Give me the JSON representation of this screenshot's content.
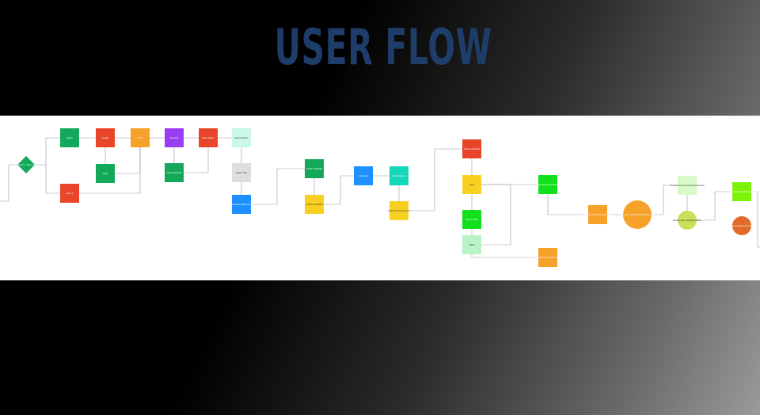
{
  "title": "USER FLOW",
  "colors": {
    "title": "#1f3d6b",
    "green": "#14a85a",
    "red": "#e8452a",
    "orange": "#f5a12a",
    "purple": "#9b3df2",
    "mint": "#c9f7ea",
    "gray": "#dedede",
    "blue": "#1e90ff",
    "yellow": "#f7d021",
    "teal": "#14d6b8",
    "lime": "#13e01c",
    "palegreen": "#b9f3c6",
    "lightlime": "#d8fac8",
    "yellowgreen": "#c7e05a",
    "brightlime": "#7cf20b",
    "darkorange": "#e06a2a",
    "connector": "#9a9a9a"
  },
  "nodes": [
    {
      "id": "n1",
      "shape": "diamond",
      "color": "green",
      "label": "Sign in or Sign up?"
    },
    {
      "id": "n2",
      "shape": "rect",
      "color": "green",
      "label": "Sign in"
    },
    {
      "id": "n3",
      "shape": "rect",
      "color": "red",
      "label": "Sign up"
    },
    {
      "id": "n4",
      "shape": "rect",
      "color": "red",
      "label": "Google"
    },
    {
      "id": "n5",
      "shape": "rect",
      "color": "green",
      "label": "Apple"
    },
    {
      "id": "n6",
      "shape": "rect",
      "color": "orange",
      "label": "Home"
    },
    {
      "id": "n7",
      "shape": "rect",
      "color": "purple",
      "label": "Top picks"
    },
    {
      "id": "n8",
      "shape": "rect",
      "color": "green",
      "label": "Find restaurants"
    },
    {
      "id": "n9",
      "shape": "rect",
      "color": "red",
      "label": "Select Dishes"
    },
    {
      "id": "n10",
      "shape": "rect",
      "color": "mint",
      "label": "Select location"
    },
    {
      "id": "n11",
      "shape": "rect",
      "color": "gray",
      "label": "Search map"
    },
    {
      "id": "n12",
      "shape": "rect",
      "color": "blue",
      "label": "Select the delivery time"
    },
    {
      "id": "n13",
      "shape": "rect",
      "color": "green",
      "label": "Check availability"
    },
    {
      "id": "n14",
      "shape": "rect",
      "color": "yellow",
      "label": "Add item to basket"
    },
    {
      "id": "n15",
      "shape": "rect",
      "color": "blue",
      "label": "Checkout"
    },
    {
      "id": "n16",
      "shape": "rect",
      "color": "teal",
      "label": "Select Payment"
    },
    {
      "id": "n17",
      "shape": "rect",
      "color": "yellow",
      "label": "Proceed to the payment"
    },
    {
      "id": "n18",
      "shape": "rect",
      "color": "red",
      "label": "Payment Method"
    },
    {
      "id": "n19",
      "shape": "rect",
      "color": "yellow",
      "label": "Card"
    },
    {
      "id": "n20",
      "shape": "rect",
      "color": "lime",
      "label": "Pay on cash"
    },
    {
      "id": "n21",
      "shape": "rect",
      "color": "palegreen",
      "label": "Wallet"
    },
    {
      "id": "n22",
      "shape": "rect",
      "color": "lime",
      "label": "Order placed successfully"
    },
    {
      "id": "n23",
      "shape": "rect",
      "color": "orange",
      "label": "Pay through card from the back page"
    },
    {
      "id": "n24",
      "shape": "rect",
      "color": "orange",
      "label": "Processed the confirmation page"
    },
    {
      "id": "n25",
      "shape": "circle",
      "color": "orange",
      "label": "Add Tip to contact for the delivery guy"
    },
    {
      "id": "n26",
      "shape": "rect",
      "color": "lightlime",
      "label": "You can see your ordering status here"
    },
    {
      "id": "n27",
      "shape": "circle",
      "color": "yellowgreen",
      "label": "Review your completed Orders"
    },
    {
      "id": "n28",
      "shape": "rect",
      "color": "brightlime",
      "label": "Provide us the app/site feedback"
    },
    {
      "id": "n29",
      "shape": "circle",
      "color": "darkorange",
      "label": "Your feedback submitted"
    }
  ]
}
